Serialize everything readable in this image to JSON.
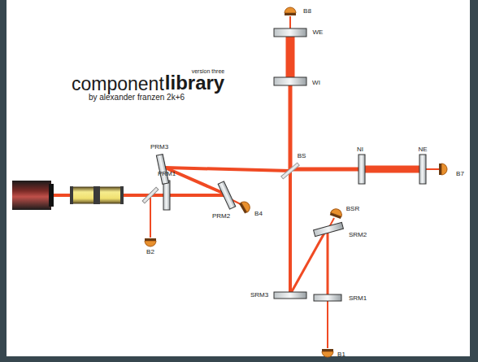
{
  "diagram": {
    "labels": [
      "component",
      "library",
      "version three",
      "by alexander franzen 2k+6",
      "B8",
      "WE",
      "WI",
      "PRM3",
      "BS",
      "NI",
      "NE",
      "B7",
      "PRM1",
      "PRM2",
      "B4",
      "B2",
      "BSR",
      "SRM2",
      "SRM3",
      "SRM1",
      "B1"
    ]
  }
}
